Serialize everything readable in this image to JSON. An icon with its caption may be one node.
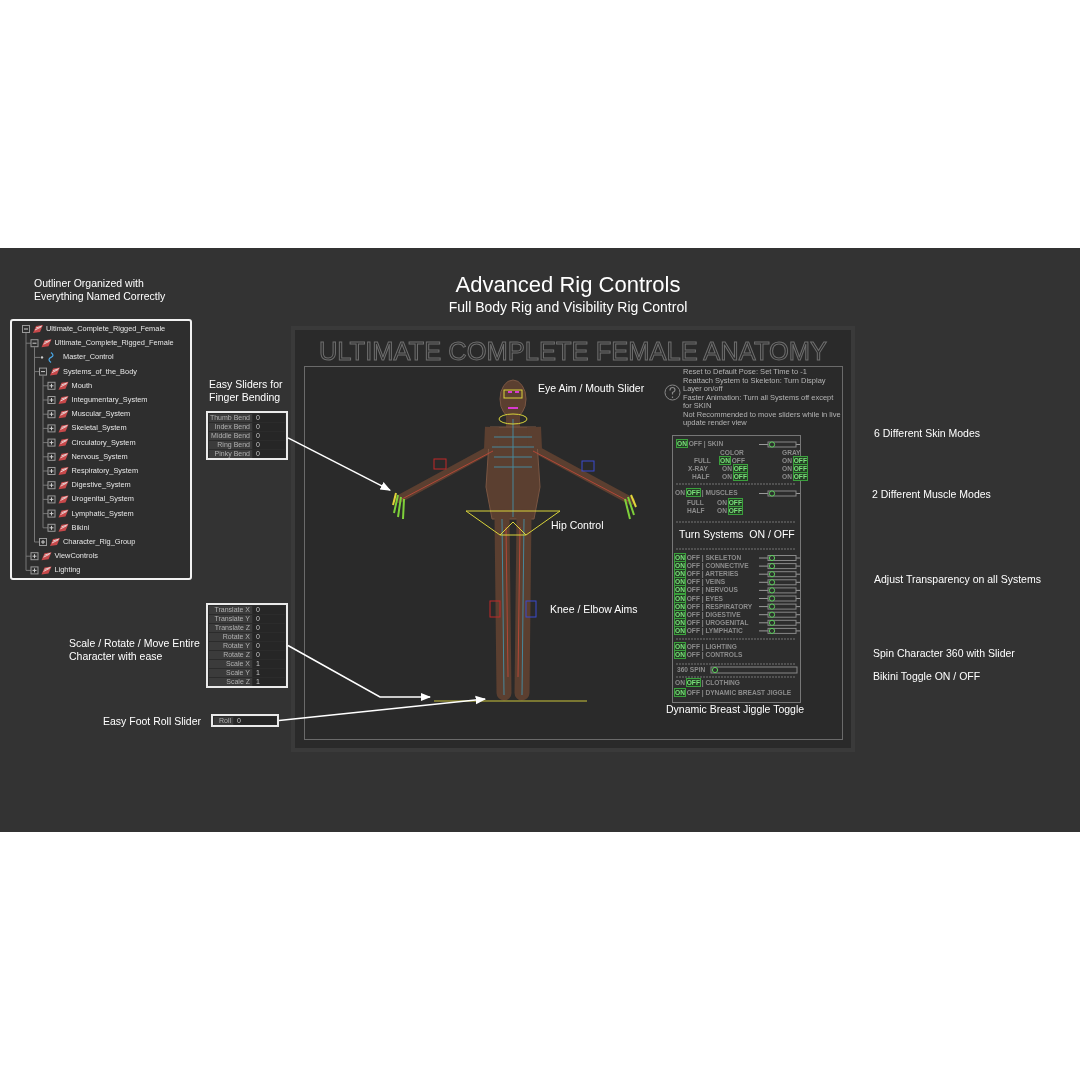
{
  "diagram": {
    "title": "Advanced Rig Controls",
    "nodes": [
      {
        "text": [
          "Outliner Organized with Everything Named Correctly",
          "Ultimate_Complete_Rigged_Female",
          "Ultimate_Complete_Rigged_Female",
          "Master_Control",
          "Systems_of_the_Body",
          "Mouth",
          "Integumentary_System",
          "Muscular_System",
          "Skeletal_System",
          "Circulatory_System",
          "Nervous_System",
          "Respiratory_System",
          "Digestive_System",
          "Urogenital_System",
          "Lymphatic_System",
          "Bikini",
          "Character_Rig_Group",
          "ViewControls",
          "Lighting"
        ]
      },
      {
        "text": [
          "Easy Sliders for Finger Bending",
          "Thumb Bend",
          "0",
          "Index Bend",
          "0",
          "Middle Bend",
          "0",
          "Ring Bend",
          "0",
          "Pinky Bend",
          "0"
        ]
      },
      {
        "text": [
          "Translate X",
          "0",
          "Translate Y",
          "0",
          "Translate Z",
          "0",
          "Rotate X",
          "0",
          "Rotate Y",
          "0",
          "Rotate Z",
          "0",
          "Scale X",
          "1",
          "Scale Y",
          "1",
          "Scale Z",
          "1"
        ],
        "beside": [
          "Scale / Rotate / Move Entire Character with ease"
        ]
      },
      {
        "text": [
          "Roll",
          "0"
        ],
        "beside": [
          "Easy Foot Roll Slider"
        ]
      },
      {
        "text": [
          "ULTIMATE COMPLETE FEMALE ANATOMY"
        ]
      },
      {
        "text": [],
        "shape": "picture",
        "in": 4
      },
      {
        "text": [],
        "shape": "bar",
        "in": 4
      },
      {
        "text": [
          "**ON** OFF | SKIN",
          "COLOR",
          "GRAY",
          "FULL",
          "**ON** OFF",
          "ON **OFF**",
          "X-RAY",
          "ON **OFF**",
          "ON **OFF**",
          "HALF",
          "ON **OFF**",
          "ON **OFF**",
          "ON **OFF** | MUSCLES",
          "FULL",
          "ON **OFF**",
          "HALF",
          "ON **OFF**",
          "Turn Systems  ON / OFF",
          "**ON** OFF | SKELETON",
          "**ON** OFF | CONNECTIVE",
          "**ON** OFF | ARTERIES",
          "**ON** OFF | VEINS",
          "**ON** OFF | NERVOUS",
          "**ON** OFF | EYES",
          "**ON** OFF | RESPIRATORY",
          "**ON** OFF | DIGESTIVE",
          "**ON** OFF | UROGENITAL",
          "**ON** OFF | LYMPHATIC",
          "**ON** OFF | LIGHTING",
          "**ON** OFF | CONTROLS",
          "360 SPIN",
          "ON **OFF** | CLOTHING",
          "**ON** OFF | DYNAMIC BREAST JIGGLE"
        ],
        "in": 4
      }
    ],
    "edges": [
      {
        "from": 1,
        "to": 5,
        "arrow": "to"
      },
      {
        "from": 2,
        "to": 6,
        "arrow": "to"
      },
      {
        "from": 3,
        "to": 6,
        "arrow": "to"
      }
    ],
    "labels": [
      "Full Body Rig and Visibility Rig Control",
      "Eye Aim / Mouth Slider",
      "Reset to Default Pose: Set Time to -1",
      "Reattach System to Skeleton: Turn Display Layer on/off",
      "Faster Animation: Turn all Systems off except for SKIN",
      "Not Recommended to move sliders while in live update render view",
      "Hip Control",
      "Knee / Elbow Aims",
      "Dynamic Breast Jiggle Toggle",
      "6 Different Skin Modes",
      "2 Different Muscle Modes",
      "Adjust Transparency on all Systems",
      "Spin Character 360 with Slider",
      "Bikini Toggle ON / OFF"
    ]
  }
}
